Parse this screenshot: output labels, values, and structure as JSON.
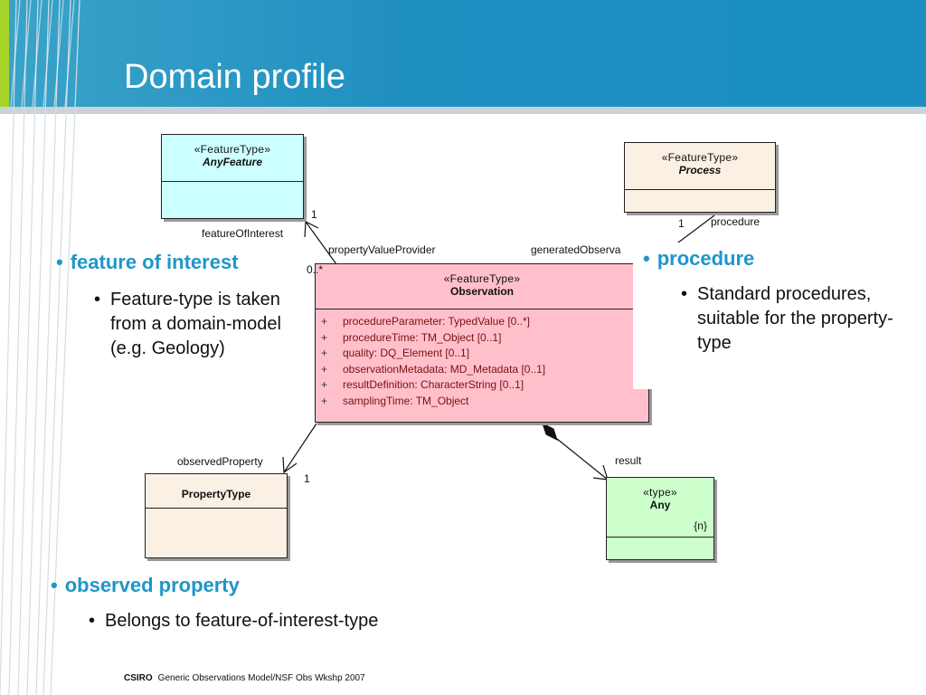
{
  "slide": {
    "title": "Domain profile"
  },
  "colors": {
    "header": "#1f8fc0",
    "accent_green": "#a8d52a",
    "bullet_blue": "#1f96c8",
    "observation_fill": "#ffc0cb",
    "anyfeature_fill": "#ccffff",
    "process_fill": "#faf0e3",
    "any_fill": "#ccffcc"
  },
  "diagram": {
    "any_feature": {
      "stereotype": "«FeatureType»",
      "name": "AnyFeature"
    },
    "process": {
      "stereotype": "«FeatureType»",
      "name": "Process"
    },
    "observation": {
      "stereotype": "«FeatureType»",
      "name": "Observation",
      "attributes": [
        "procedureParameter:  TypedValue [0..*]",
        "procedureTime:  TM_Object [0..1]",
        "quality:  DQ_Element [0..1]",
        "observationMetadata:  MD_Metadata [0..1]",
        "resultDefinition:  CharacterString [0..1]",
        "samplingTime:  TM_Object"
      ],
      "attribute_marker": "+"
    },
    "property_type": {
      "name": "PropertyType"
    },
    "any": {
      "stereotype": "«type»",
      "name": "Any",
      "tag": "{n}"
    },
    "labels": {
      "feature_of_interest": "featureOfInterest",
      "mult_foi": "1",
      "property_value_provider": "propertyValueProvider",
      "mult_pvp": "0..*",
      "generated_observation": "generatedObserva",
      "procedure": "procedure",
      "mult_proc": "1",
      "observed_property": "observedProperty",
      "mult_op": "1",
      "result": "result"
    }
  },
  "bullets": {
    "foi": {
      "heading": "feature of interest",
      "detail": "Feature-type is taken from a domain-model (e.g. Geology)"
    },
    "procedure": {
      "heading": "procedure",
      "detail": "Standard procedures, suitable for the property-type"
    },
    "observed_property": {
      "heading": "observed property",
      "detail": "Belongs to feature-of-interest-type"
    }
  },
  "footer": {
    "org": "CSIRO",
    "text": "Generic Observations Model/NSF Obs Wkshp 2007"
  }
}
